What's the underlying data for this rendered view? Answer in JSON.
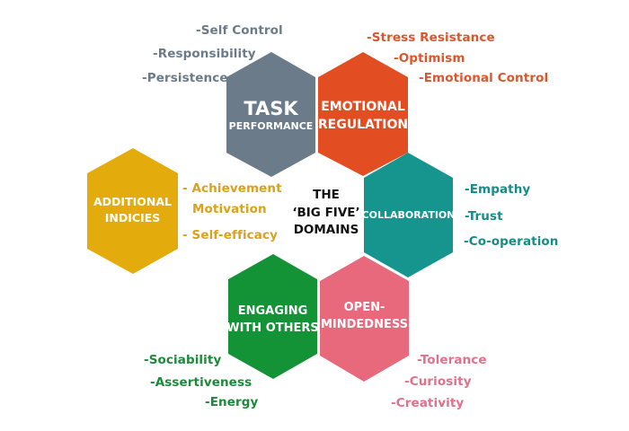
{
  "center": {
    "line1": "THE",
    "line2": "‘BIG FIVE’",
    "line3": "DOMAINS"
  },
  "colors": {
    "task": "#6b7b89",
    "emotional": "#e24e22",
    "collaboration": "#16958f",
    "open": "#e8697c",
    "engaging": "#149336",
    "additional": "#e3ac0c"
  },
  "domains": {
    "task": {
      "title_line1": "TASK",
      "title_line2": "PERFORMANCE",
      "attributes": [
        "-Self Control",
        "-Responsibility",
        "-Persistence"
      ]
    },
    "emotional": {
      "title_line1": "EMOTIONAL",
      "title_line2": "REGULATION",
      "attributes": [
        "-Stress Resistance",
        "-Optimism",
        "-Emotional Control"
      ]
    },
    "collaboration": {
      "title_line1": "COLLABORATION",
      "attributes": [
        "-Empathy",
        "-Trust",
        "-Co-operation"
      ]
    },
    "open": {
      "title_line1": "OPEN-",
      "title_line2": "MINDEDNESS",
      "attributes": [
        "-Tolerance",
        "-Curiosity",
        "-Creativity"
      ]
    },
    "engaging": {
      "title_line1": "ENGAGING",
      "title_line2": "WITH OTHERS",
      "attributes": [
        "-Sociability",
        "-Assertiveness",
        "-Energy"
      ]
    },
    "additional": {
      "title_line1": "ADDITIONAL",
      "title_line2": "INDICIES",
      "attributes": [
        "- Achievement",
        "Motivation",
        "- Self-efficacy"
      ]
    }
  }
}
